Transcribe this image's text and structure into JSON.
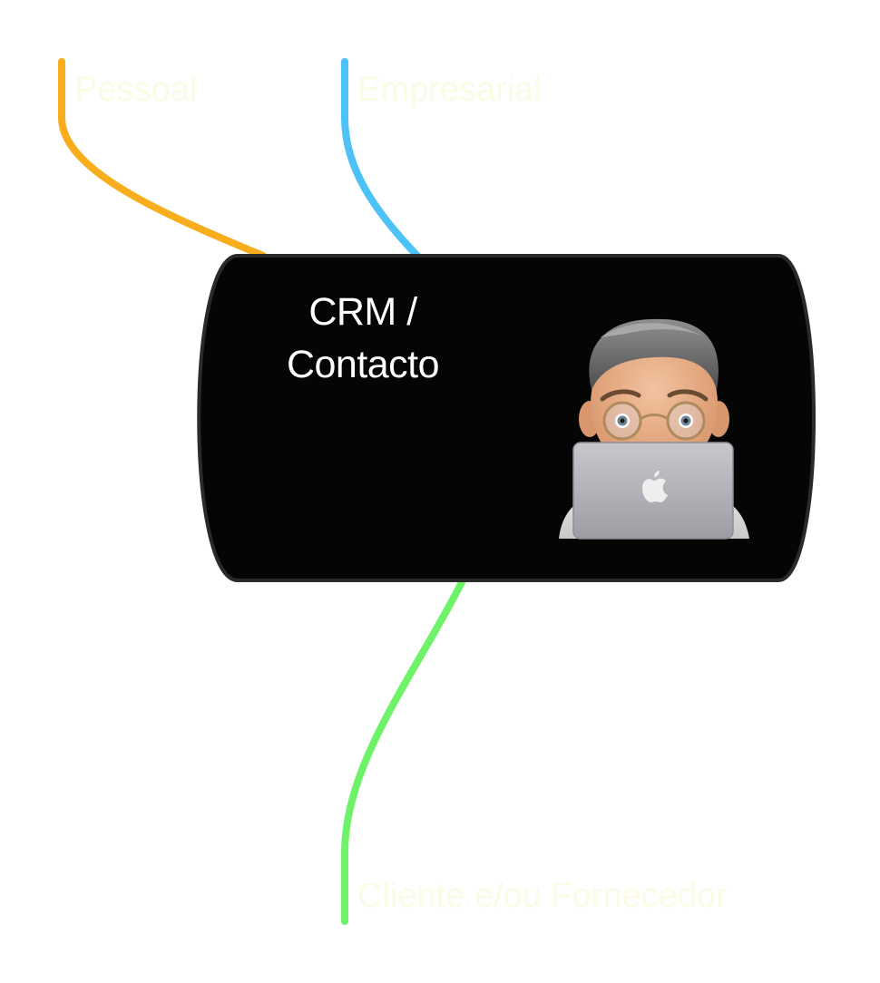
{
  "central_topic": {
    "line1": "CRM /",
    "line2": "Contacto",
    "fill": "#050505",
    "stroke": "#2a2a2a"
  },
  "branches": [
    {
      "id": "pessoal",
      "label": "Pessoal",
      "color": "#f8ad1c"
    },
    {
      "id": "empresarial",
      "label": "Empresarial",
      "color": "#4cc2f7"
    },
    {
      "id": "cliente",
      "label": "Cliente e/ou Fornecedor",
      "color": "#6ef268"
    }
  ],
  "label_color": "#fbfbe6",
  "avatar_icon": "memoji-laptop-icon"
}
